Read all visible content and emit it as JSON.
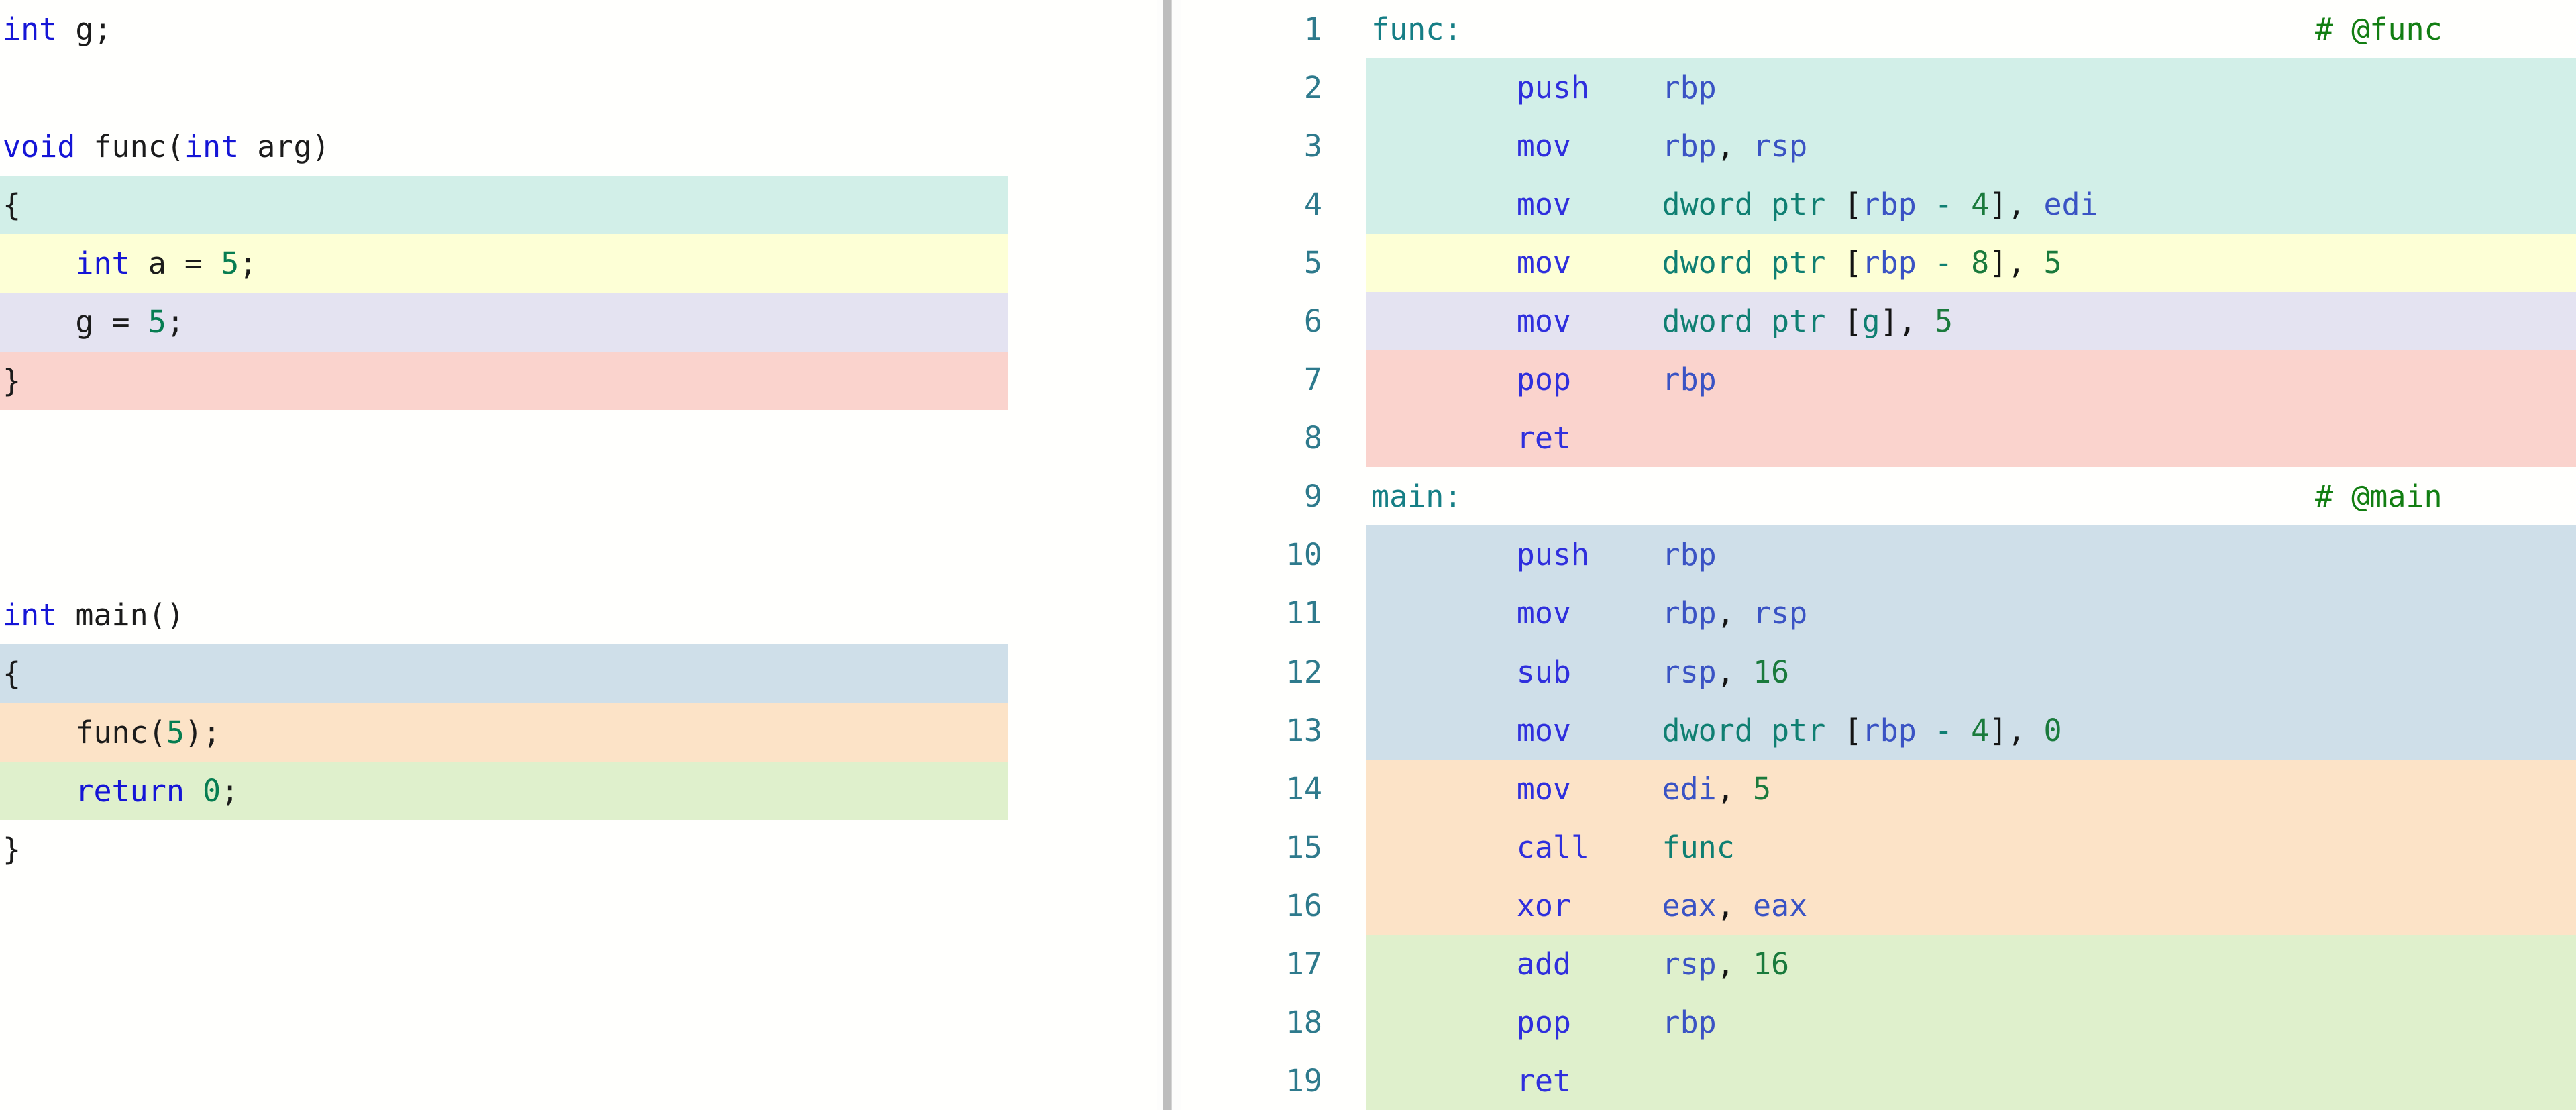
{
  "colors": {
    "teal": "#d2efe8",
    "yellow": "#fdffd6",
    "lavender": "#e4e3f1",
    "pink": "#fad3cd",
    "blue": "#cfdfe9",
    "orange": "#fce3c7",
    "green": "#dff0cc",
    "keyword": "#1515d6",
    "number": "#067d51",
    "asm_label": "#157e85",
    "asm_mnemonic": "#2f2fdd",
    "asm_ptr": "#0f7f72",
    "asm_register": "#3a53c4",
    "asm_comment": "#127e12",
    "splitter": "#bdbdbd"
  },
  "source_pane": {
    "language": "C",
    "lines": [
      {
        "n": 1,
        "highlight": "none",
        "text": "int g;",
        "tokens": [
          {
            "t": "int",
            "c": "type"
          },
          {
            "t": " g;",
            "c": "plain"
          }
        ]
      },
      {
        "n": 2,
        "highlight": "none",
        "text": "",
        "tokens": []
      },
      {
        "n": 3,
        "highlight": "none",
        "text": "void func(int arg)",
        "tokens": [
          {
            "t": "void",
            "c": "type"
          },
          {
            "t": " func(",
            "c": "plain"
          },
          {
            "t": "int",
            "c": "type"
          },
          {
            "t": " arg)",
            "c": "plain"
          }
        ]
      },
      {
        "n": 4,
        "highlight": "teal",
        "text": "{",
        "tokens": [
          {
            "t": "{",
            "c": "plain"
          }
        ]
      },
      {
        "n": 5,
        "highlight": "yellow",
        "text": "    int a = 5;",
        "tokens": [
          {
            "t": "    ",
            "c": "plain"
          },
          {
            "t": "int",
            "c": "type"
          },
          {
            "t": " a = ",
            "c": "plain"
          },
          {
            "t": "5",
            "c": "num"
          },
          {
            "t": ";",
            "c": "plain"
          }
        ]
      },
      {
        "n": 6,
        "highlight": "lavender",
        "text": "    g = 5;",
        "tokens": [
          {
            "t": "    g = ",
            "c": "plain"
          },
          {
            "t": "5",
            "c": "num"
          },
          {
            "t": ";",
            "c": "plain"
          }
        ]
      },
      {
        "n": 7,
        "highlight": "pink",
        "text": "}",
        "tokens": [
          {
            "t": "}",
            "c": "plain"
          }
        ]
      },
      {
        "n": 8,
        "highlight": "none",
        "text": "",
        "tokens": []
      },
      {
        "n": 9,
        "highlight": "none",
        "text": "",
        "tokens": []
      },
      {
        "n": 10,
        "highlight": "none",
        "text": "",
        "tokens": []
      },
      {
        "n": 11,
        "highlight": "none",
        "text": "int main()",
        "tokens": [
          {
            "t": "int",
            "c": "type"
          },
          {
            "t": " main()",
            "c": "plain"
          }
        ]
      },
      {
        "n": 12,
        "highlight": "blue",
        "text": "{",
        "tokens": [
          {
            "t": "{",
            "c": "plain"
          }
        ]
      },
      {
        "n": 13,
        "highlight": "orange",
        "text": "    func(5);",
        "tokens": [
          {
            "t": "    func(",
            "c": "plain"
          },
          {
            "t": "5",
            "c": "num"
          },
          {
            "t": ");",
            "c": "plain"
          }
        ]
      },
      {
        "n": 14,
        "highlight": "green",
        "text": "    return 0;",
        "tokens": [
          {
            "t": "    ",
            "c": "plain"
          },
          {
            "t": "return",
            "c": "kw"
          },
          {
            "t": " ",
            "c": "plain"
          },
          {
            "t": "0",
            "c": "num"
          },
          {
            "t": ";",
            "c": "plain"
          }
        ]
      },
      {
        "n": 15,
        "highlight": "none",
        "text": "}",
        "tokens": [
          {
            "t": "}",
            "c": "plain"
          }
        ]
      },
      {
        "n": 16,
        "highlight": "none",
        "text": "",
        "tokens": []
      },
      {
        "n": 17,
        "highlight": "none",
        "text": "",
        "tokens": []
      },
      {
        "n": 18,
        "highlight": "none",
        "text": "",
        "tokens": []
      },
      {
        "n": 19,
        "highlight": "none",
        "text": "",
        "tokens": []
      }
    ]
  },
  "asm_pane": {
    "language": "x86-64 assembly",
    "lines": [
      {
        "num": "1",
        "highlight": "none",
        "text": "func:",
        "comment": "# @func",
        "tokens": [
          {
            "t": "func:",
            "c": "label"
          }
        ]
      },
      {
        "num": "2",
        "highlight": "teal",
        "text": "        push    rbp",
        "comment": "",
        "tokens": [
          {
            "t": "        ",
            "c": "plain"
          },
          {
            "t": "push",
            "c": "mnem"
          },
          {
            "t": "    ",
            "c": "plain"
          },
          {
            "t": "rbp",
            "c": "reg"
          }
        ]
      },
      {
        "num": "3",
        "highlight": "teal",
        "text": "        mov     rbp, rsp",
        "comment": "",
        "tokens": [
          {
            "t": "        ",
            "c": "plain"
          },
          {
            "t": "mov",
            "c": "mnem"
          },
          {
            "t": "     ",
            "c": "plain"
          },
          {
            "t": "rbp",
            "c": "reg"
          },
          {
            "t": ",",
            "c": "punct"
          },
          {
            "t": " ",
            "c": "plain"
          },
          {
            "t": "rsp",
            "c": "reg"
          }
        ]
      },
      {
        "num": "4",
        "highlight": "teal",
        "text": "        mov     dword ptr [rbp - 4], edi",
        "comment": "",
        "tokens": [
          {
            "t": "        ",
            "c": "plain"
          },
          {
            "t": "mov",
            "c": "mnem"
          },
          {
            "t": "     ",
            "c": "plain"
          },
          {
            "t": "dword ptr ",
            "c": "ptr"
          },
          {
            "t": "[",
            "c": "punct"
          },
          {
            "t": "rbp",
            "c": "reg"
          },
          {
            "t": " ",
            "c": "plain"
          },
          {
            "t": "-",
            "c": "ptr"
          },
          {
            "t": " ",
            "c": "plain"
          },
          {
            "t": "4",
            "c": "num"
          },
          {
            "t": "],",
            "c": "punct"
          },
          {
            "t": " ",
            "c": "plain"
          },
          {
            "t": "edi",
            "c": "reg"
          }
        ]
      },
      {
        "num": "5",
        "highlight": "yellow",
        "text": "        mov     dword ptr [rbp - 8], 5",
        "comment": "",
        "tokens": [
          {
            "t": "        ",
            "c": "plain"
          },
          {
            "t": "mov",
            "c": "mnem"
          },
          {
            "t": "     ",
            "c": "plain"
          },
          {
            "t": "dword ptr ",
            "c": "ptr"
          },
          {
            "t": "[",
            "c": "punct"
          },
          {
            "t": "rbp",
            "c": "reg"
          },
          {
            "t": " ",
            "c": "plain"
          },
          {
            "t": "-",
            "c": "ptr"
          },
          {
            "t": " ",
            "c": "plain"
          },
          {
            "t": "8",
            "c": "num"
          },
          {
            "t": "],",
            "c": "punct"
          },
          {
            "t": " ",
            "c": "plain"
          },
          {
            "t": "5",
            "c": "num"
          }
        ]
      },
      {
        "num": "6",
        "highlight": "lavender",
        "text": "        mov     dword ptr [g], 5",
        "comment": "",
        "tokens": [
          {
            "t": "        ",
            "c": "plain"
          },
          {
            "t": "mov",
            "c": "mnem"
          },
          {
            "t": "     ",
            "c": "plain"
          },
          {
            "t": "dword ptr ",
            "c": "ptr"
          },
          {
            "t": "[",
            "c": "punct"
          },
          {
            "t": "g",
            "c": "ptr"
          },
          {
            "t": "],",
            "c": "punct"
          },
          {
            "t": " ",
            "c": "plain"
          },
          {
            "t": "5",
            "c": "num"
          }
        ]
      },
      {
        "num": "7",
        "highlight": "pink",
        "text": "        pop     rbp",
        "comment": "",
        "tokens": [
          {
            "t": "        ",
            "c": "plain"
          },
          {
            "t": "pop",
            "c": "mnem"
          },
          {
            "t": "     ",
            "c": "plain"
          },
          {
            "t": "rbp",
            "c": "reg"
          }
        ]
      },
      {
        "num": "8",
        "highlight": "pink",
        "text": "        ret",
        "comment": "",
        "tokens": [
          {
            "t": "        ",
            "c": "plain"
          },
          {
            "t": "ret",
            "c": "mnem"
          }
        ]
      },
      {
        "num": "9",
        "highlight": "none",
        "text": "main:",
        "comment": "# @main",
        "tokens": [
          {
            "t": "main:",
            "c": "label"
          }
        ]
      },
      {
        "num": "10",
        "highlight": "blue",
        "text": "        push    rbp",
        "comment": "",
        "tokens": [
          {
            "t": "        ",
            "c": "plain"
          },
          {
            "t": "push",
            "c": "mnem"
          },
          {
            "t": "    ",
            "c": "plain"
          },
          {
            "t": "rbp",
            "c": "reg"
          }
        ]
      },
      {
        "num": "11",
        "highlight": "blue",
        "text": "        mov     rbp, rsp",
        "comment": "",
        "tokens": [
          {
            "t": "        ",
            "c": "plain"
          },
          {
            "t": "mov",
            "c": "mnem"
          },
          {
            "t": "     ",
            "c": "plain"
          },
          {
            "t": "rbp",
            "c": "reg"
          },
          {
            "t": ",",
            "c": "punct"
          },
          {
            "t": " ",
            "c": "plain"
          },
          {
            "t": "rsp",
            "c": "reg"
          }
        ]
      },
      {
        "num": "12",
        "highlight": "blue",
        "text": "        sub     rsp, 16",
        "comment": "",
        "tokens": [
          {
            "t": "        ",
            "c": "plain"
          },
          {
            "t": "sub",
            "c": "mnem"
          },
          {
            "t": "     ",
            "c": "plain"
          },
          {
            "t": "rsp",
            "c": "reg"
          },
          {
            "t": ",",
            "c": "punct"
          },
          {
            "t": " ",
            "c": "plain"
          },
          {
            "t": "16",
            "c": "num"
          }
        ]
      },
      {
        "num": "13",
        "highlight": "blue",
        "text": "        mov     dword ptr [rbp - 4], 0",
        "comment": "",
        "tokens": [
          {
            "t": "        ",
            "c": "plain"
          },
          {
            "t": "mov",
            "c": "mnem"
          },
          {
            "t": "     ",
            "c": "plain"
          },
          {
            "t": "dword ptr ",
            "c": "ptr"
          },
          {
            "t": "[",
            "c": "punct"
          },
          {
            "t": "rbp",
            "c": "reg"
          },
          {
            "t": " ",
            "c": "plain"
          },
          {
            "t": "-",
            "c": "ptr"
          },
          {
            "t": " ",
            "c": "plain"
          },
          {
            "t": "4",
            "c": "num"
          },
          {
            "t": "],",
            "c": "punct"
          },
          {
            "t": " ",
            "c": "plain"
          },
          {
            "t": "0",
            "c": "num"
          }
        ]
      },
      {
        "num": "14",
        "highlight": "orange",
        "text": "        mov     edi, 5",
        "comment": "",
        "tokens": [
          {
            "t": "        ",
            "c": "plain"
          },
          {
            "t": "mov",
            "c": "mnem"
          },
          {
            "t": "     ",
            "c": "plain"
          },
          {
            "t": "edi",
            "c": "reg"
          },
          {
            "t": ",",
            "c": "punct"
          },
          {
            "t": " ",
            "c": "plain"
          },
          {
            "t": "5",
            "c": "num"
          }
        ]
      },
      {
        "num": "15",
        "highlight": "orange",
        "text": "        call    func",
        "comment": "",
        "tokens": [
          {
            "t": "        ",
            "c": "plain"
          },
          {
            "t": "call",
            "c": "mnem"
          },
          {
            "t": "    ",
            "c": "plain"
          },
          {
            "t": "func",
            "c": "sym"
          }
        ]
      },
      {
        "num": "16",
        "highlight": "orange",
        "text": "        xor     eax, eax",
        "comment": "",
        "tokens": [
          {
            "t": "        ",
            "c": "plain"
          },
          {
            "t": "xor",
            "c": "mnem"
          },
          {
            "t": "     ",
            "c": "plain"
          },
          {
            "t": "eax",
            "c": "reg"
          },
          {
            "t": ",",
            "c": "punct"
          },
          {
            "t": " ",
            "c": "plain"
          },
          {
            "t": "eax",
            "c": "reg"
          }
        ]
      },
      {
        "num": "17",
        "highlight": "green",
        "text": "        add     rsp, 16",
        "comment": "",
        "tokens": [
          {
            "t": "        ",
            "c": "plain"
          },
          {
            "t": "add",
            "c": "mnem"
          },
          {
            "t": "     ",
            "c": "plain"
          },
          {
            "t": "rsp",
            "c": "reg"
          },
          {
            "t": ",",
            "c": "punct"
          },
          {
            "t": " ",
            "c": "plain"
          },
          {
            "t": "16",
            "c": "num"
          }
        ]
      },
      {
        "num": "18",
        "highlight": "green",
        "text": "        pop     rbp",
        "comment": "",
        "tokens": [
          {
            "t": "        ",
            "c": "plain"
          },
          {
            "t": "pop",
            "c": "mnem"
          },
          {
            "t": "     ",
            "c": "plain"
          },
          {
            "t": "rbp",
            "c": "reg"
          }
        ]
      },
      {
        "num": "19",
        "highlight": "green",
        "text": "        ret",
        "comment": "",
        "tokens": [
          {
            "t": "        ",
            "c": "plain"
          },
          {
            "t": "ret",
            "c": "mnem"
          }
        ]
      }
    ]
  }
}
